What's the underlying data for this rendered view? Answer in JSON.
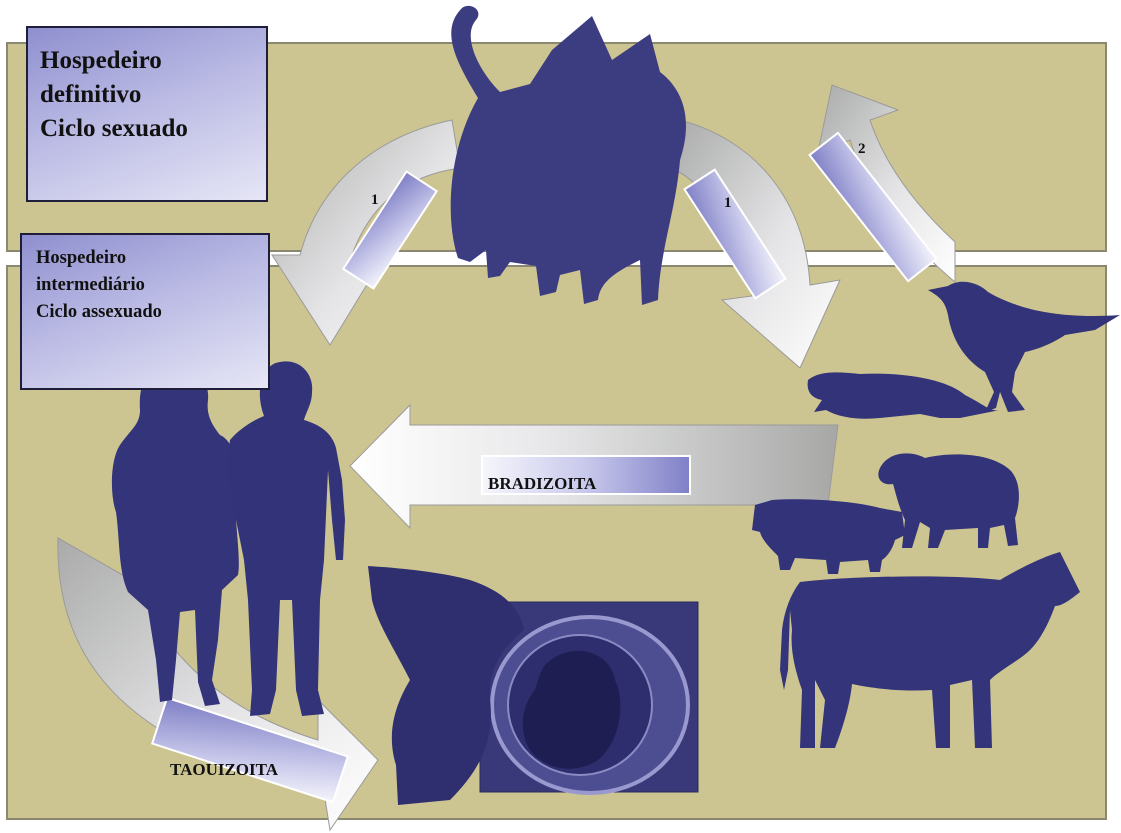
{
  "boxes": {
    "definitive": {
      "line1": "Hospedeiro",
      "line2": "definitivo",
      "line3": "Ciclo sexuado"
    },
    "intermediate": {
      "line1": "Hospedeiro",
      "line2": "intermediário",
      "line3": "Ciclo assexuado"
    }
  },
  "arrows": {
    "cat_to_humans": "1",
    "cat_to_animals": "1",
    "bird_to_cat": "2",
    "animals_to_humans": "BRADIZOITA",
    "humans_to_fetus": "TAOUIZOITA"
  },
  "colors": {
    "band": "#cdc591",
    "silhouette": "#35357a",
    "label_gradient_start": "#8f8fcf",
    "arrow_fill": "#e8e8ee"
  }
}
